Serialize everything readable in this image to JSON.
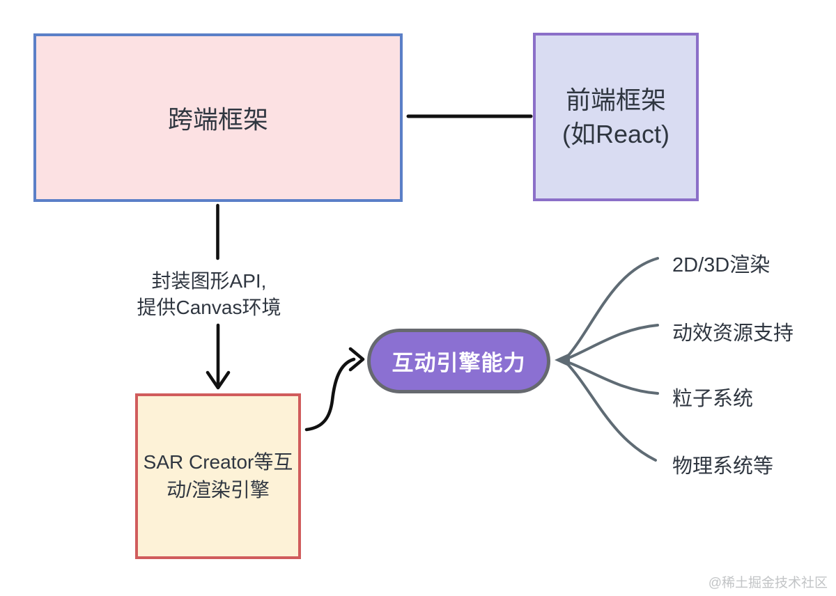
{
  "diagram": {
    "nodes": {
      "cross_platform": {
        "label": "跨端框架"
      },
      "frontend": {
        "lines": [
          "前端框架",
          "(如React)"
        ]
      },
      "sar": {
        "lines": [
          "SAR Creator等互",
          "动/渲染引擎"
        ]
      },
      "engine_pill": {
        "label": "互动引擎能力"
      }
    },
    "edge_label": {
      "lines": [
        "封装图形API,",
        "提供Canvas环境"
      ]
    },
    "capabilities": [
      "2D/3D渲染",
      "动效资源支持",
      "粒子系统",
      "物理系统等"
    ]
  },
  "watermark": "@稀土掘金技术社区",
  "colors": {
    "canvas_bg": "#ffffff",
    "cross_platform_fill": "#fce1e3",
    "cross_platform_border": "#5b7fc7",
    "frontend_fill": "#d9dcf2",
    "frontend_border": "#8b6fc8",
    "sar_fill": "#fdf2d7",
    "sar_border": "#d05c5c",
    "pill_fill": "#8b70d2",
    "pill_border": "#66696f",
    "pill_text": "#ffffff",
    "connector_black": "#111111",
    "fan_gray": "#5f6b74",
    "text_dark": "#2f3640",
    "watermark_gray": "#c2c4c6"
  }
}
